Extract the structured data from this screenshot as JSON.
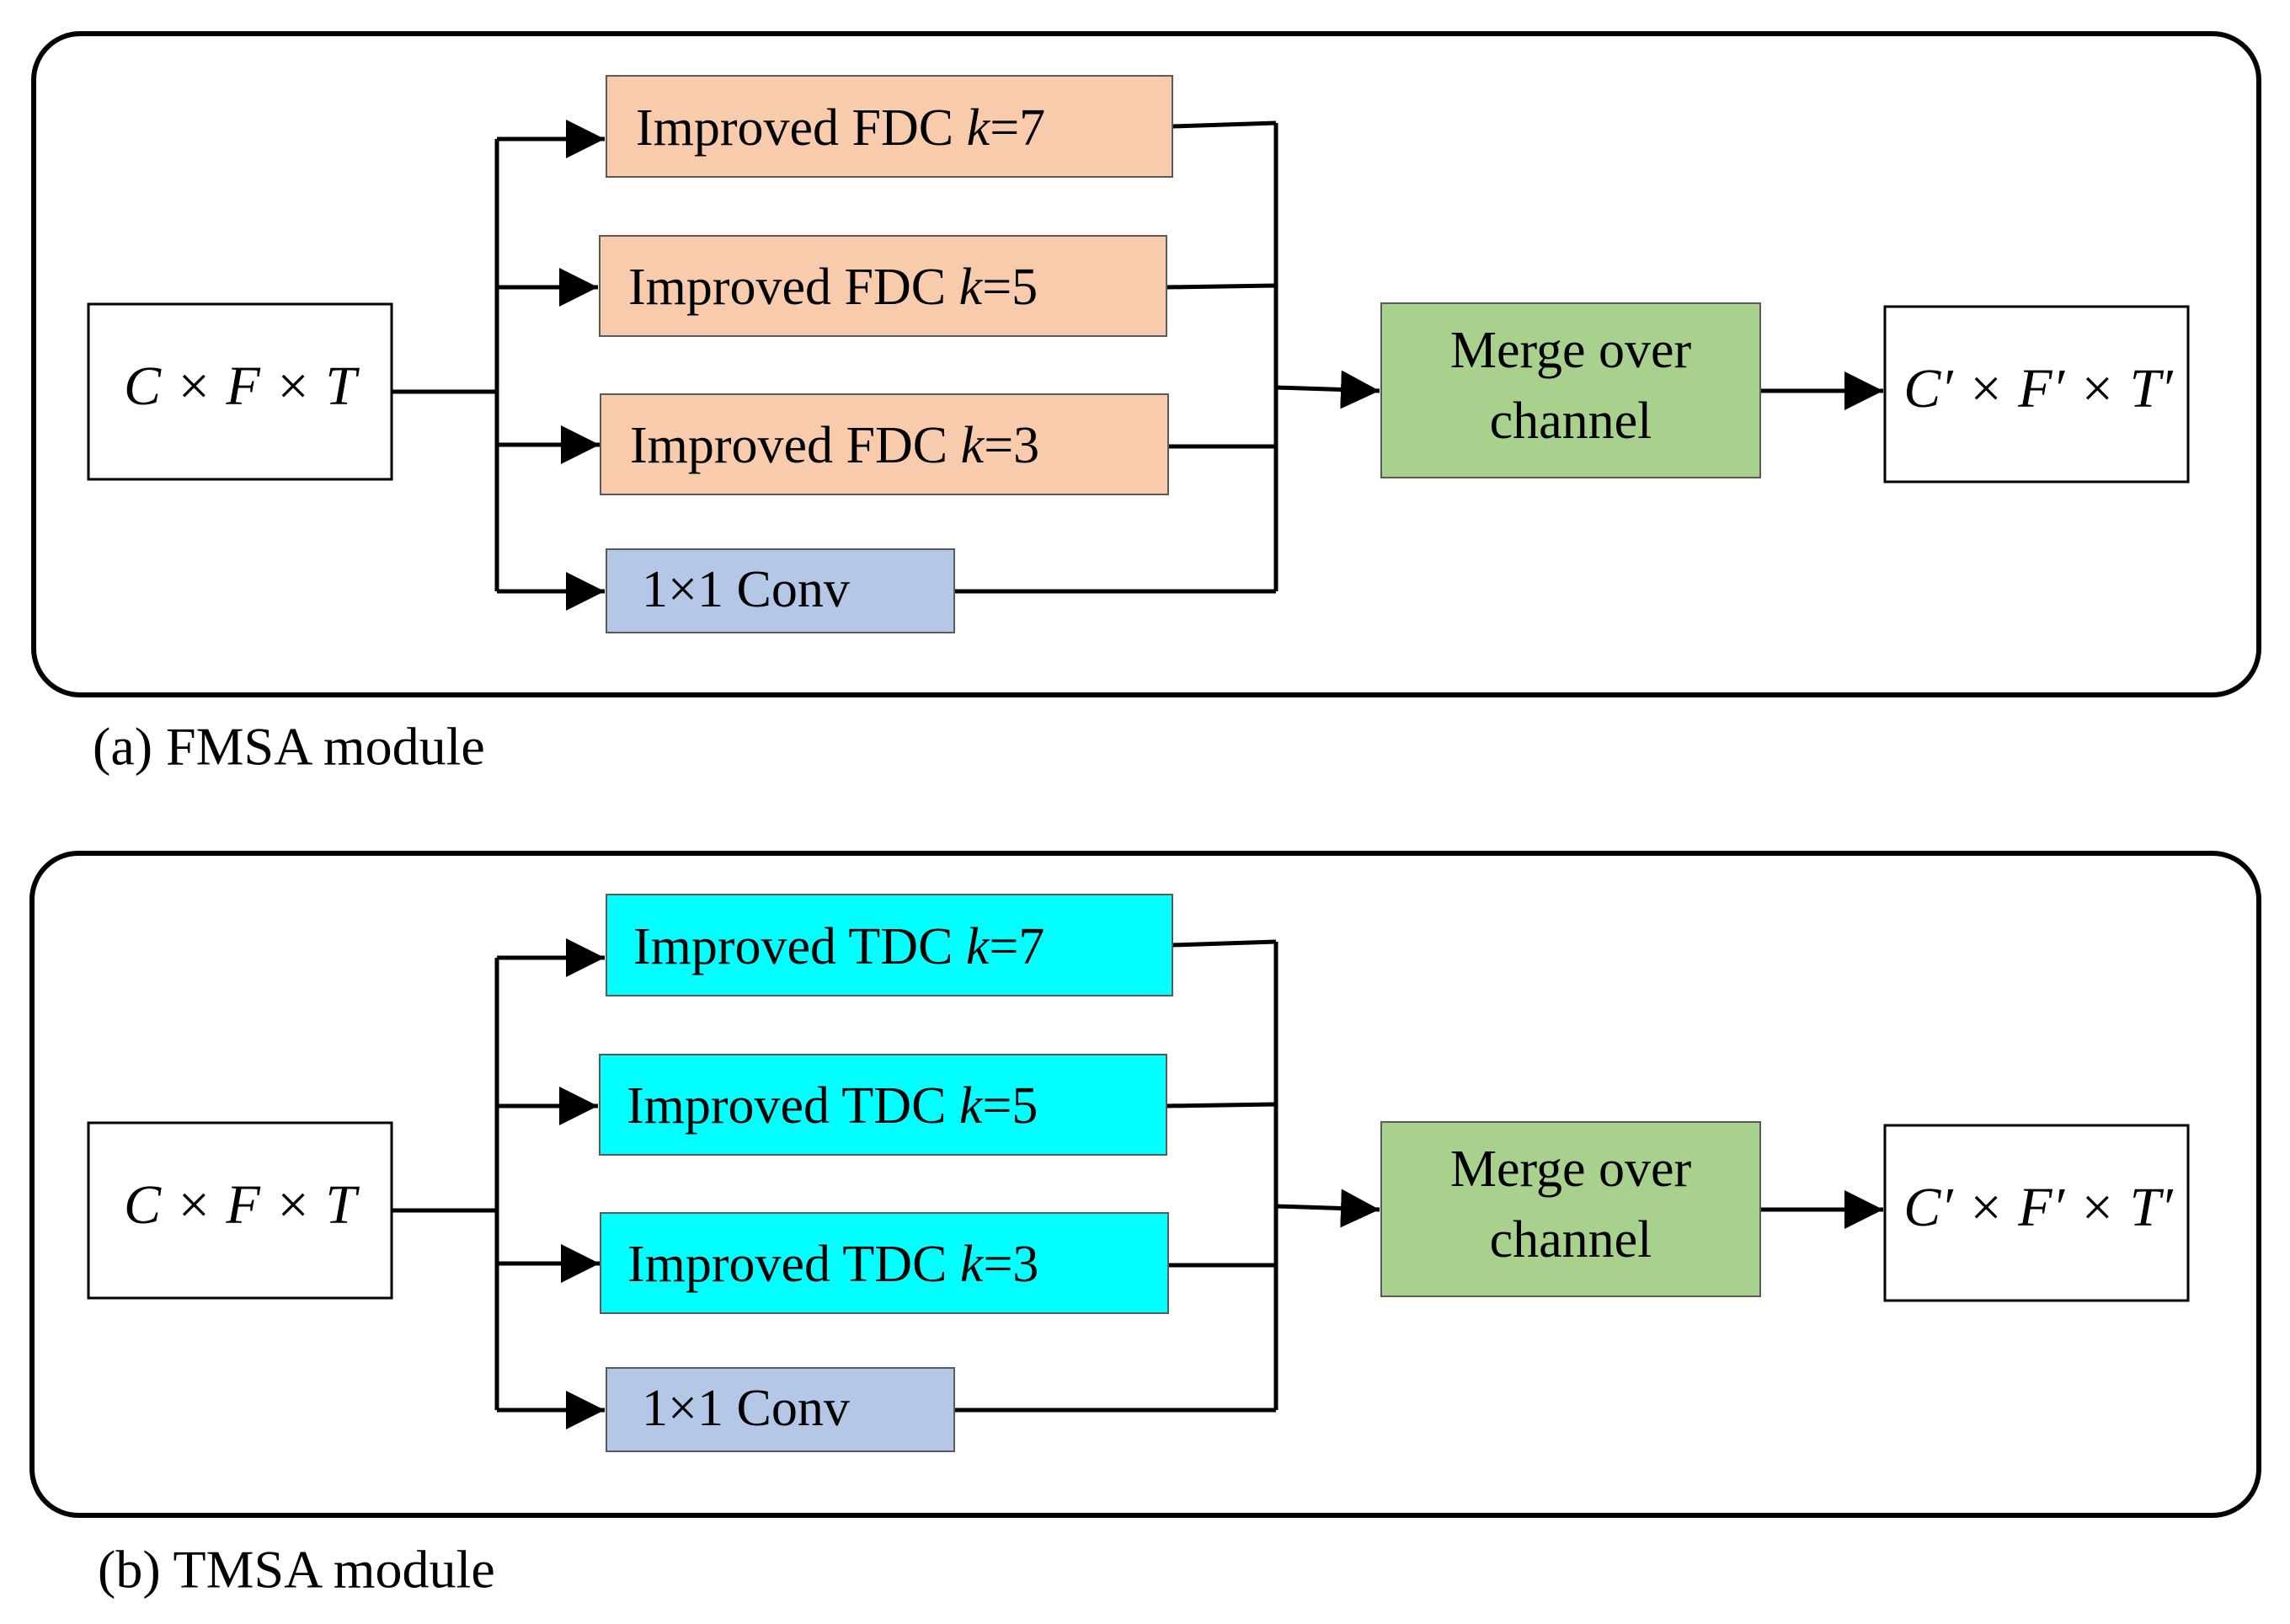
{
  "colors": {
    "fdc_fill": "#f8cbad",
    "tdc_fill": "#00ffff",
    "conv_fill": "#b4c7e7",
    "merge_fill": "#a9d18e",
    "io_fill": "#ffffff",
    "line": "#000000"
  },
  "panels": [
    {
      "caption": "(a) FMSA module",
      "input_label": "C × F × T",
      "branches": [
        {
          "prefix": "Improved FDC ",
          "k_symbol": "k",
          "k_value": "=7"
        },
        {
          "prefix": "Improved FDC ",
          "k_symbol": "k",
          "k_value": "=5"
        },
        {
          "prefix": "Improved FDC ",
          "k_symbol": "k",
          "k_value": "=3"
        }
      ],
      "conv_label": "1×1 Conv",
      "merge_line1": "Merge over",
      "merge_line2": "channel",
      "output_label": "C′ × F′ × T′"
    },
    {
      "caption": "(b) TMSA module",
      "input_label": "C × F × T",
      "branches": [
        {
          "prefix": "Improved TDC ",
          "k_symbol": "k",
          "k_value": "=7"
        },
        {
          "prefix": "Improved TDC ",
          "k_symbol": "k",
          "k_value": "=5"
        },
        {
          "prefix": "Improved TDC ",
          "k_symbol": "k",
          "k_value": "=3"
        }
      ],
      "conv_label": "1×1 Conv",
      "merge_line1": "Merge over",
      "merge_line2": "channel",
      "output_label": "C′ × F′ × T′"
    }
  ]
}
